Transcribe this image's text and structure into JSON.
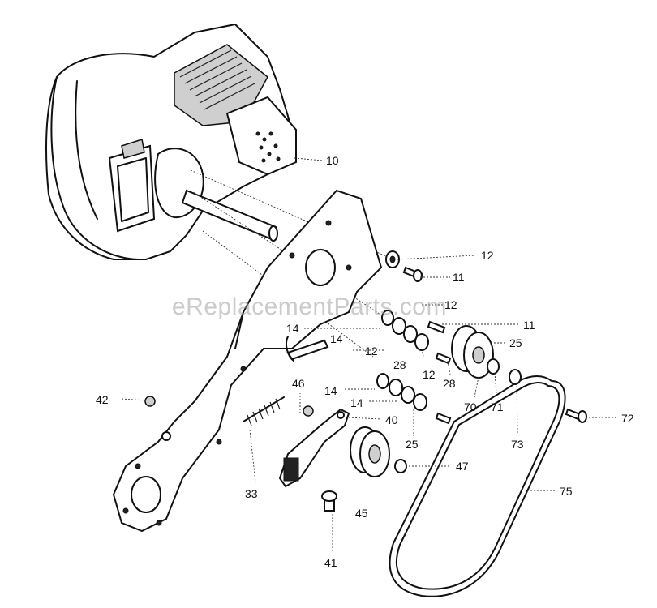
{
  "watermark": "eReplacementParts.com",
  "callouts": [
    {
      "id": "c10",
      "label": "10"
    },
    {
      "id": "c12a",
      "label": "12"
    },
    {
      "id": "c11a",
      "label": "11"
    },
    {
      "id": "c12b",
      "label": "12"
    },
    {
      "id": "c11b",
      "label": "11"
    },
    {
      "id": "c14a",
      "label": "14"
    },
    {
      "id": "c14b",
      "label": "14"
    },
    {
      "id": "c12c",
      "label": "12"
    },
    {
      "id": "c25a",
      "label": "25"
    },
    {
      "id": "c28a",
      "label": "28"
    },
    {
      "id": "c12d",
      "label": "12"
    },
    {
      "id": "c28b",
      "label": "28"
    },
    {
      "id": "c46",
      "label": "46"
    },
    {
      "id": "c14c",
      "label": "14"
    },
    {
      "id": "c14d",
      "label": "14"
    },
    {
      "id": "c70",
      "label": "70"
    },
    {
      "id": "c71",
      "label": "71"
    },
    {
      "id": "c42",
      "label": "42"
    },
    {
      "id": "c40",
      "label": "40"
    },
    {
      "id": "c72",
      "label": "72"
    },
    {
      "id": "c73",
      "label": "73"
    },
    {
      "id": "c25b",
      "label": "25"
    },
    {
      "id": "c47",
      "label": "47"
    },
    {
      "id": "c75",
      "label": "75"
    },
    {
      "id": "c33",
      "label": "33"
    },
    {
      "id": "c45",
      "label": "45"
    },
    {
      "id": "c41",
      "label": "41"
    }
  ]
}
